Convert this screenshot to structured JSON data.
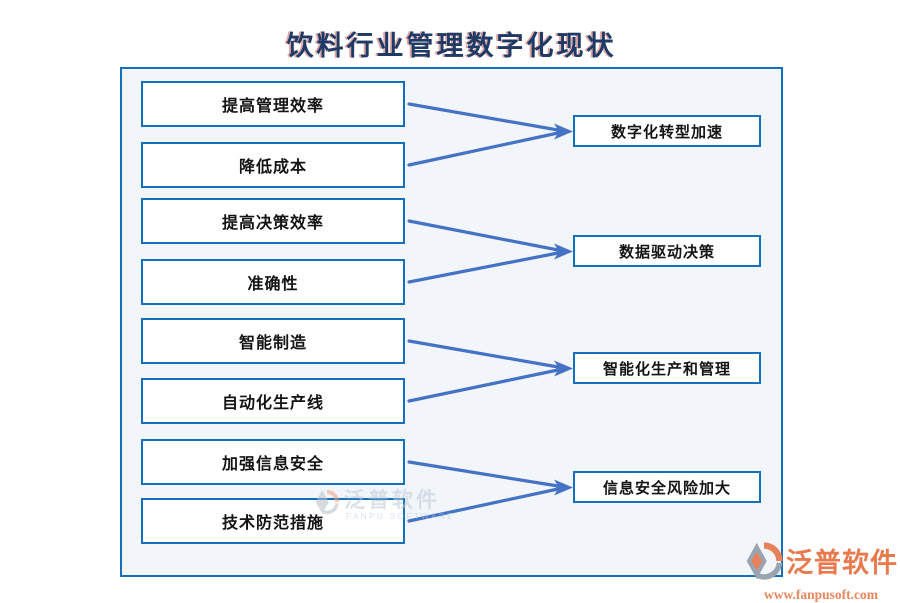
{
  "title": "饮料行业管理数字化现状",
  "diagram": {
    "left_boxes": [
      {
        "label": "提高管理效率"
      },
      {
        "label": "降低成本"
      },
      {
        "label": "提高决策效率"
      },
      {
        "label": "准确性"
      },
      {
        "label": "智能制造"
      },
      {
        "label": "自动化生产线"
      },
      {
        "label": "加强信息安全"
      },
      {
        "label": "技术防范措施"
      }
    ],
    "right_boxes": [
      {
        "label": "数字化转型加速"
      },
      {
        "label": "数据驱动决策"
      },
      {
        "label": "智能化生产和管理"
      },
      {
        "label": "信息安全风险加大"
      }
    ],
    "connections": [
      {
        "from": [
          0,
          1
        ],
        "to": 0
      },
      {
        "from": [
          2,
          3
        ],
        "to": 1
      },
      {
        "from": [
          4,
          5
        ],
        "to": 2
      },
      {
        "from": [
          6,
          7
        ],
        "to": 3
      }
    ]
  },
  "watermark": {
    "name": "泛普软件",
    "subtitle": "FANPU SOFTWARE"
  },
  "brand": {
    "name": "泛普软件",
    "url": "www.fanpusoft.com"
  },
  "colors": {
    "frame_border": "#1470bc",
    "box_border": "#1470bc",
    "arrow": "#4472c4",
    "title": "#1e3a66",
    "brand_orange": "#e87a4e",
    "frame_fill": "#f2f6fb"
  }
}
